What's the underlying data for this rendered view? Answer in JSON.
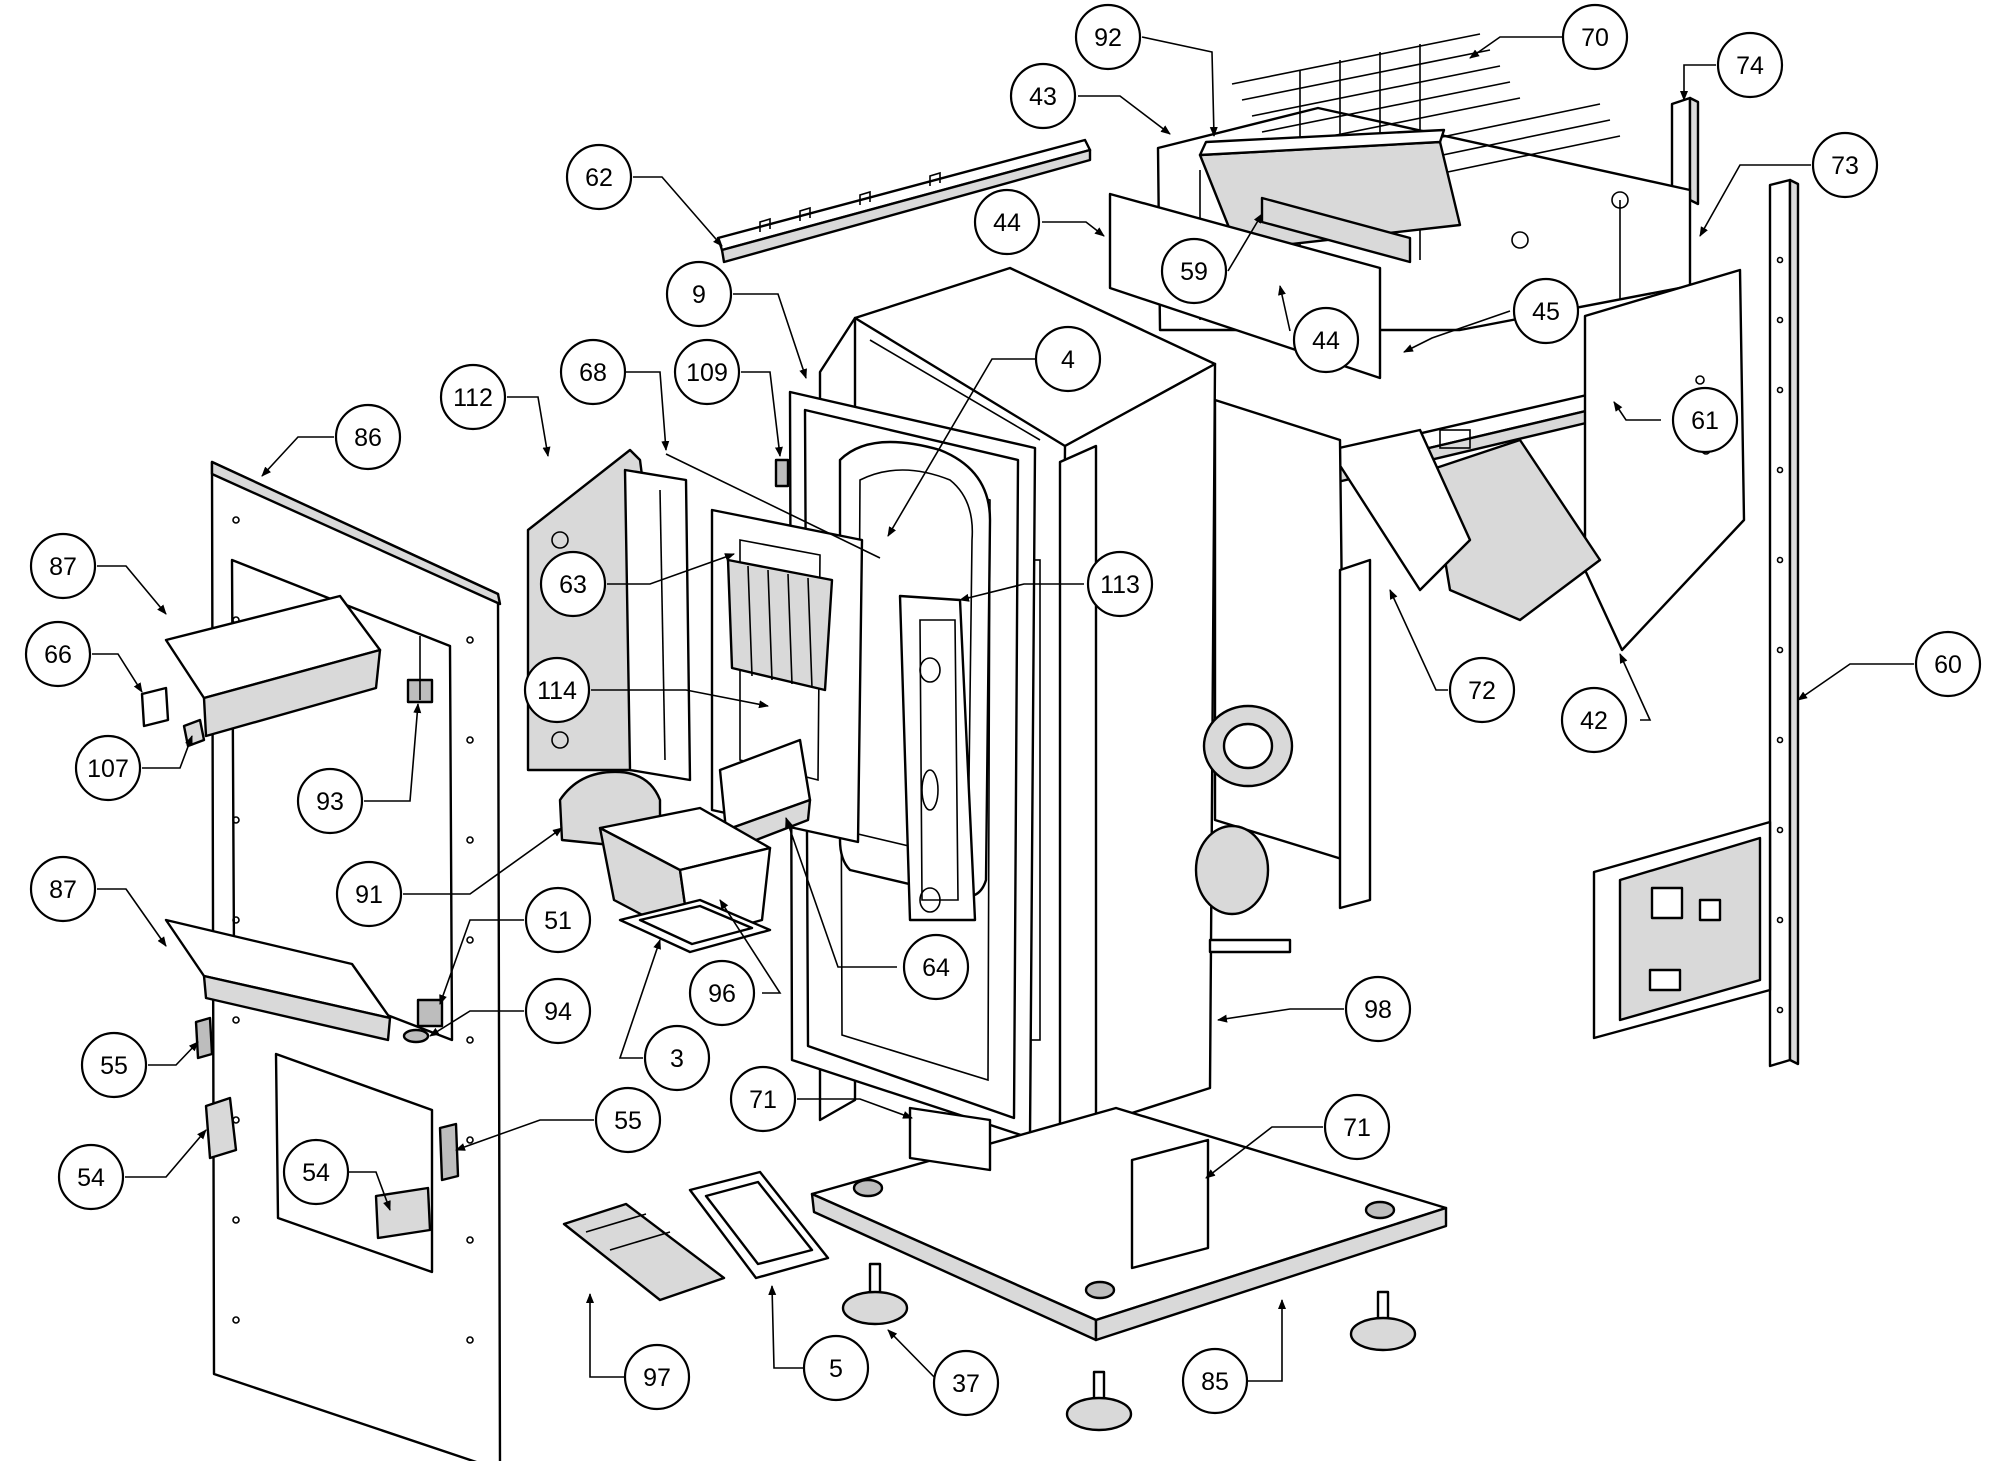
{
  "callouts": [
    {
      "label": "92"
    },
    {
      "label": "70"
    },
    {
      "label": "74"
    },
    {
      "label": "43"
    },
    {
      "label": "73"
    },
    {
      "label": "62"
    },
    {
      "label": "44"
    },
    {
      "label": "59"
    },
    {
      "label": "44"
    },
    {
      "label": "45"
    },
    {
      "label": "9"
    },
    {
      "label": "4"
    },
    {
      "label": "61"
    },
    {
      "label": "112"
    },
    {
      "label": "68"
    },
    {
      "label": "109"
    },
    {
      "label": "86"
    },
    {
      "label": "87"
    },
    {
      "label": "63"
    },
    {
      "label": "113"
    },
    {
      "label": "66"
    },
    {
      "label": "114"
    },
    {
      "label": "72"
    },
    {
      "label": "60"
    },
    {
      "label": "42"
    },
    {
      "label": "107"
    },
    {
      "label": "93"
    },
    {
      "label": "91"
    },
    {
      "label": "87"
    },
    {
      "label": "51"
    },
    {
      "label": "64"
    },
    {
      "label": "96"
    },
    {
      "label": "94"
    },
    {
      "label": "98"
    },
    {
      "label": "55"
    },
    {
      "label": "3"
    },
    {
      "label": "71"
    },
    {
      "label": "71"
    },
    {
      "label": "55"
    },
    {
      "label": "54"
    },
    {
      "label": "54"
    },
    {
      "label": "97"
    },
    {
      "label": "5"
    },
    {
      "label": "37"
    },
    {
      "label": "85"
    }
  ]
}
